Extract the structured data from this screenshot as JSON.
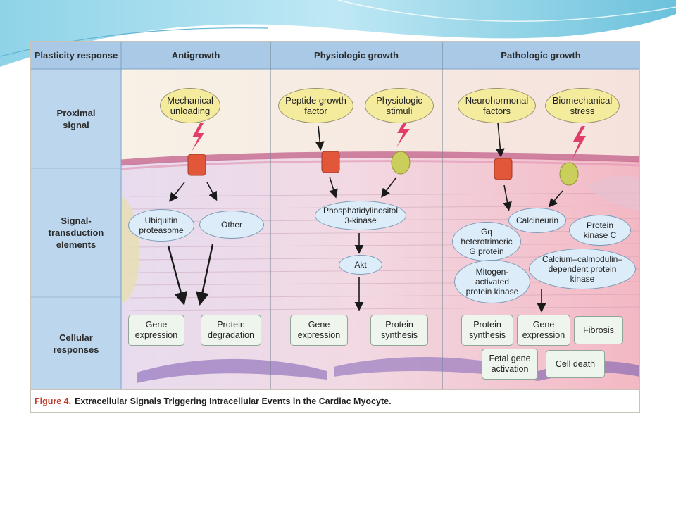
{
  "colors": {
    "header_blue": "#a9c9e6",
    "row_label_blue": "#bcd6ee",
    "signal_yellow": "#f4ec9c",
    "element_blue": "#dcecf8",
    "response_green": "#eef5ec",
    "receptor_red": "#e2573a",
    "receptor_green": "#c9cf5a",
    "lightning_pink": "#e23c6a",
    "caption_red": "#c0392b"
  },
  "header": {
    "row_label": "Plasticity response",
    "columns": [
      "Antigrowth",
      "Physiologic growth",
      "Pathologic growth"
    ]
  },
  "rows": {
    "proximal": "Proximal signal",
    "transduction": "Signal- transduction elements",
    "cellular": "Cellular responses"
  },
  "antigrowth": {
    "signal": "Mechanical unloading",
    "elements": [
      "Ubiquitin proteasome",
      "Other"
    ],
    "responses": [
      "Gene expression",
      "Protein degradation"
    ]
  },
  "physiologic": {
    "signals": [
      "Peptide growth factor",
      "Physiologic stimuli"
    ],
    "elements": [
      "Phosphatidylinositol 3-kinase",
      "Akt"
    ],
    "responses": [
      "Gene expression",
      "Protein synthesis"
    ]
  },
  "pathologic": {
    "signals": [
      "Neurohormonal factors",
      "Biomechanical stress"
    ],
    "elements": [
      "Calcineurin",
      "Protein kinase C",
      "Gq heterotrimeric G protein",
      "Calcium–calmodulin–dependent protein kinase",
      "Mitogen-activated protein kinase"
    ],
    "responses": [
      "Protein synthesis",
      "Gene expression",
      "Fibrosis",
      "Fetal gene activation",
      "Cell death"
    ]
  },
  "caption": {
    "number": "Figure 4.",
    "title": "Extracellular Signals Triggering Intracellular Events in the Cardiac Myocyte."
  }
}
